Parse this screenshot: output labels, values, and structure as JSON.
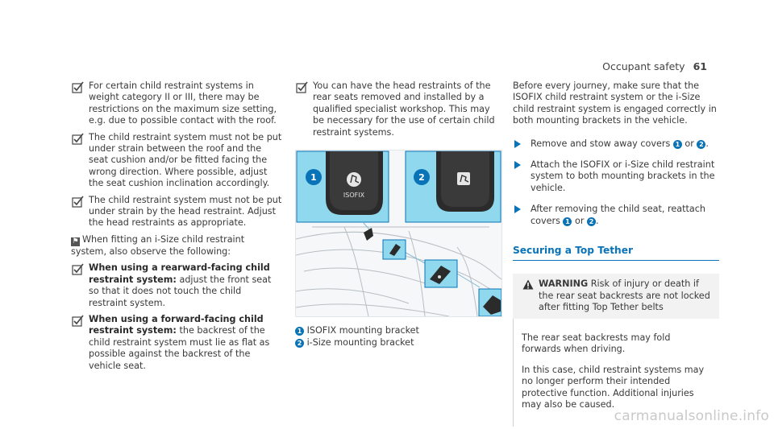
{
  "header": {
    "section": "Occupant safety",
    "page": "61"
  },
  "col1": {
    "items": [
      "For certain child restraint systems in weight category II or III, there may be restrictions on the maximum size setting, e.g. due to possible contact with the roof.",
      "The child restraint system must not be put under strain between the roof and the seat cushion and/or be fitted facing the wrong direction. Where possible, adjust the seat cushion inclination accordingly.",
      "The child restraint system must not be put under strain by the head restraint. Adjust the head restraints as appropriate."
    ],
    "note": "When fitting an i-Size child restraint system, also observe the following:",
    "rearward": {
      "bold": "When using a rearward-facing child restraint system:",
      "text": " adjust the front seat so that it does not touch the child restraint system."
    },
    "forward": {
      "bold": "When using a forward-facing child restraint system:",
      "text": " the backrest of the child restraint system must lie as flat as possible against the backrest of the vehicle seat."
    }
  },
  "col2": {
    "item": "You can have the head restraints of the rear seats removed and installed by a qualified specialist workshop. This may be necessary for the use of certain child restraint systems.",
    "figure": {
      "badge1": "1",
      "badge2": "2",
      "cover_text": "ISOFIX"
    },
    "legend": [
      {
        "num": "1",
        "text": "ISOFIX mounting bracket"
      },
      {
        "num": "2",
        "text": "i-Size mounting bracket"
      }
    ]
  },
  "col3": {
    "intro": "Before every journey, make sure that the ISOFIX child restraint system or the i-Size child restraint system is engaged correctly in both mounting brackets in the vehicle.",
    "step1": {
      "a": "Remove and stow away covers ",
      "n1": "1",
      "or": " or ",
      "n2": "2",
      "end": "."
    },
    "step2": "Attach the ISOFIX or i-Size child restraint system to both mounting brackets in the vehicle.",
    "step3": {
      "a": "After removing the child seat, reattach covers ",
      "n1": "1",
      "or": " or ",
      "n2": "2",
      "end": "."
    },
    "section_title": "Securing a Top Tether",
    "warning": {
      "label": "WARNING",
      "headline": " Risk of injury or death if the rear seat backrests are not locked after fitting Top Tether belts",
      "p1": "The rear seat backrests may fold forwards when driving.",
      "p2": "In this case, child restraint systems may no longer perform their intended protective function. Additional injuries may also be caused."
    }
  },
  "watermark": "carmanualsonline.info",
  "colors": {
    "accent": "#0a73b7",
    "inset_bg": "#8fd8ee"
  }
}
